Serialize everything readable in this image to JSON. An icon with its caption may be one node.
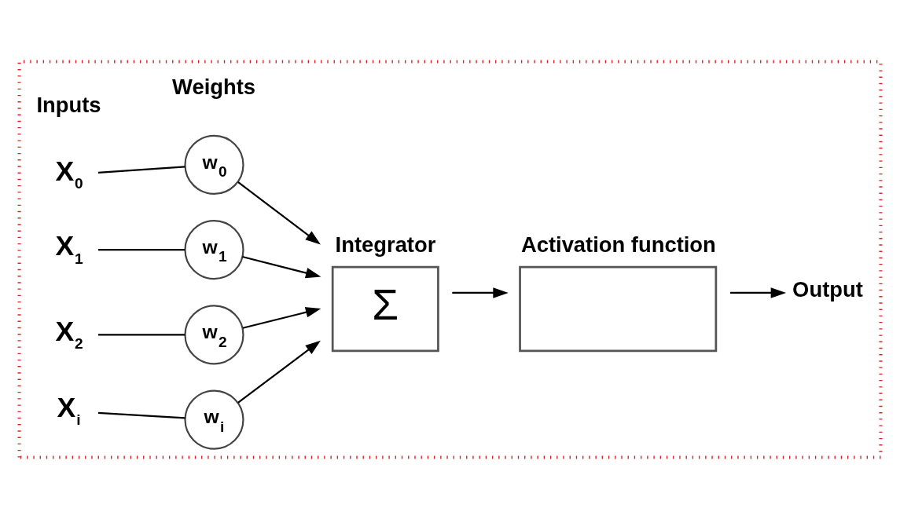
{
  "diagram": {
    "nodes": [
      {
        "text": [],
        "shape": "box"
      },
      {
        "text": [
          "X$_{0}$"
        ],
        "in": 0
      },
      {
        "text": [
          "X$_{1}$"
        ],
        "in": 0
      },
      {
        "text": [
          "X$_{2}$"
        ],
        "in": 0
      },
      {
        "text": [
          "X$_{i}$"
        ],
        "in": 0
      },
      {
        "text": [
          "w$_{0}$"
        ],
        "in": 0
      },
      {
        "text": [
          "w$_{1}$"
        ],
        "in": 0
      },
      {
        "text": [
          "w$_{2}$"
        ],
        "in": 0
      },
      {
        "text": [
          "w$_{i}$"
        ],
        "in": 0
      },
      {
        "text": [
          "Integrator",
          "Σ"
        ],
        "in": 0
      },
      {
        "text": [
          "Activation function"
        ],
        "in": 0
      },
      {
        "text": [
          "Output"
        ],
        "in": 0
      }
    ],
    "edges": [
      {
        "from": 1,
        "to": 5,
        "arrow": "none"
      },
      {
        "from": 2,
        "to": 6,
        "arrow": "none"
      },
      {
        "from": 3,
        "to": 7,
        "arrow": "none"
      },
      {
        "from": 4,
        "to": 8,
        "arrow": "none"
      },
      {
        "from": 5,
        "to": 9,
        "arrow": "to"
      },
      {
        "from": 6,
        "to": 9,
        "arrow": "to"
      },
      {
        "from": 7,
        "to": 9,
        "arrow": "to"
      },
      {
        "from": 8,
        "to": 9,
        "arrow": "to"
      },
      {
        "from": 9,
        "to": 10,
        "arrow": "to"
      },
      {
        "from": 10,
        "to": 11,
        "arrow": "to"
      }
    ],
    "labels": [
      "Inputs",
      "Weights"
    ]
  }
}
